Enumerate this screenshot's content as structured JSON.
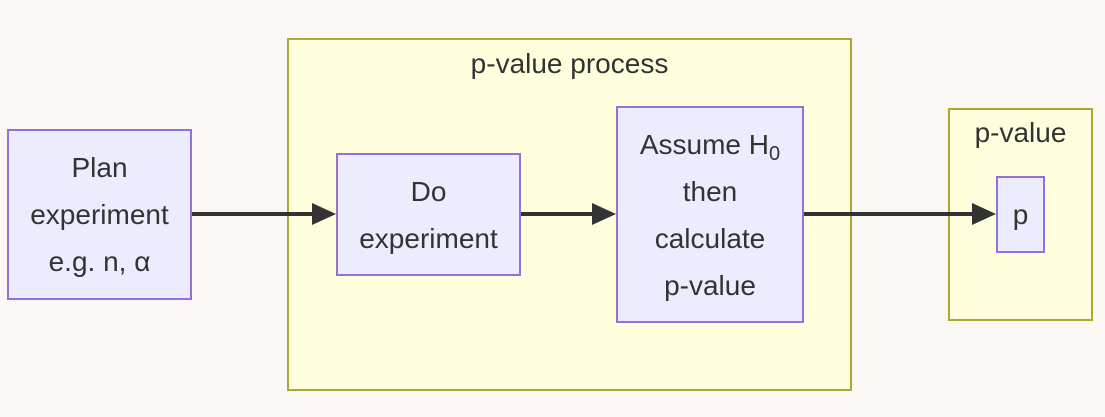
{
  "clusters": {
    "process": {
      "title": "p-value process"
    },
    "output": {
      "title": "p-value"
    }
  },
  "nodes": {
    "plan": {
      "lines": [
        "Plan",
        "experiment",
        "e.g. n, α"
      ]
    },
    "do": {
      "lines": [
        "Do",
        "experiment"
      ]
    },
    "assume": {
      "line1_prefix": "Assume H",
      "line1_sub": "0",
      "lines": [
        "then",
        "calculate",
        "p-value"
      ]
    },
    "p": {
      "label": "p"
    }
  },
  "colors": {
    "node_fill": "#ececff",
    "node_border": "#9370db",
    "cluster_fill": "#ffffde",
    "cluster_border": "#aaaa33",
    "edge": "#333333",
    "background": "#faf7f5"
  }
}
